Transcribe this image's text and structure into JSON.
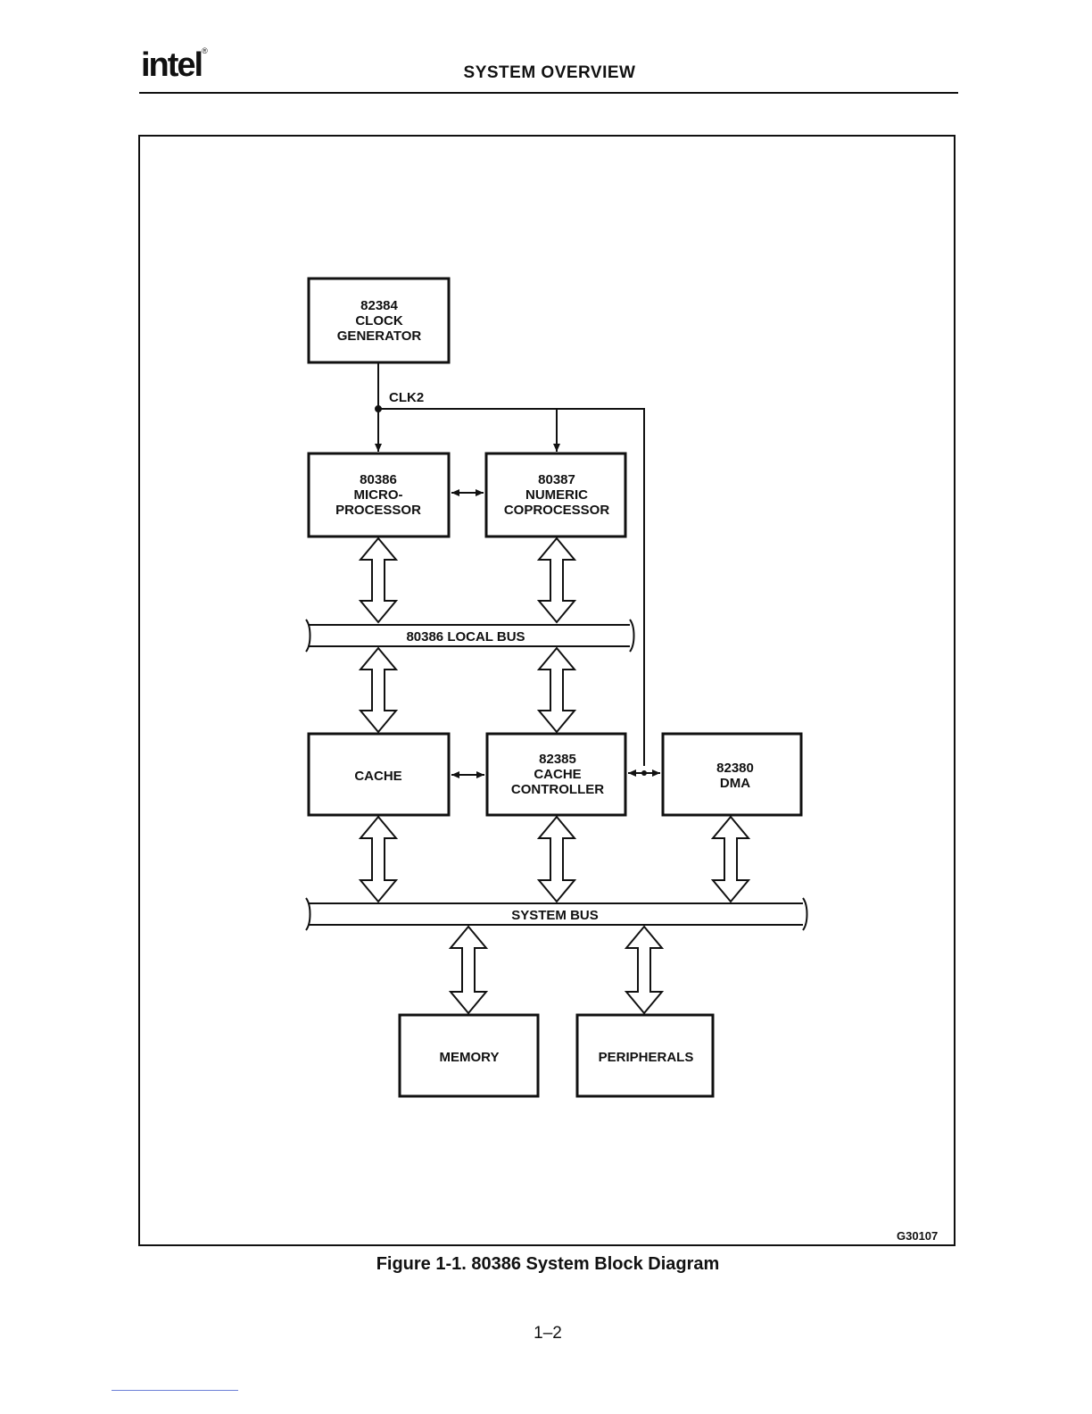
{
  "header": {
    "logo_text": "intel",
    "title": "SYSTEM OVERVIEW"
  },
  "diagram": {
    "clock_generator": [
      "82384",
      "CLOCK",
      "GENERATOR"
    ],
    "clk_label": "CLK2",
    "microprocessor": [
      "80386",
      "MICRO-",
      "PROCESSOR"
    ],
    "coprocessor": [
      "80387",
      "NUMERIC",
      "COPROCESSOR"
    ],
    "local_bus": "80386 LOCAL BUS",
    "cache": [
      "CACHE"
    ],
    "cache_controller": [
      "82385",
      "CACHE",
      "CONTROLLER"
    ],
    "dma": [
      "82380",
      "DMA"
    ],
    "system_bus": "SYSTEM BUS",
    "memory": [
      "MEMORY"
    ],
    "peripherals": [
      "PERIPHERALS"
    ],
    "figure_id": "G30107"
  },
  "caption": "Figure 1-1.  80386 System Block Diagram",
  "page_number": "1–2"
}
